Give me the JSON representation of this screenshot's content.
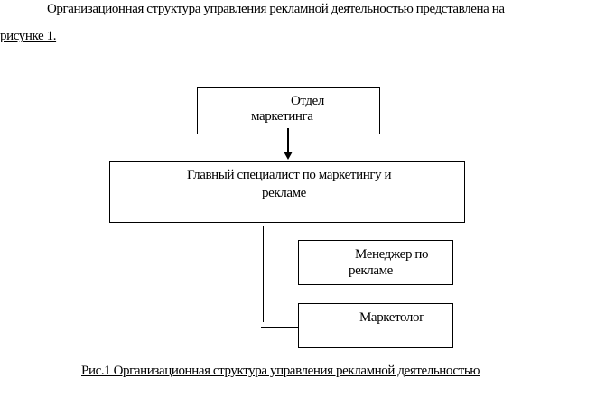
{
  "paragraph": {
    "line1": "Организационная структура управления рекламной деятельностью представлена на",
    "line2": "рисунке 1."
  },
  "diagram": {
    "top": {
      "line1": "Отдел",
      "line2": "маркетинга"
    },
    "main": {
      "line1": "Главный специалист по маркетингу и",
      "line2": "рекламе"
    },
    "manager": {
      "line1": "Менеджер по",
      "line2": "рекламе"
    },
    "marketer": {
      "line1": "Маркетолог"
    }
  },
  "caption": "Рис.1 Организационная структура управления рекламной деятельностью"
}
